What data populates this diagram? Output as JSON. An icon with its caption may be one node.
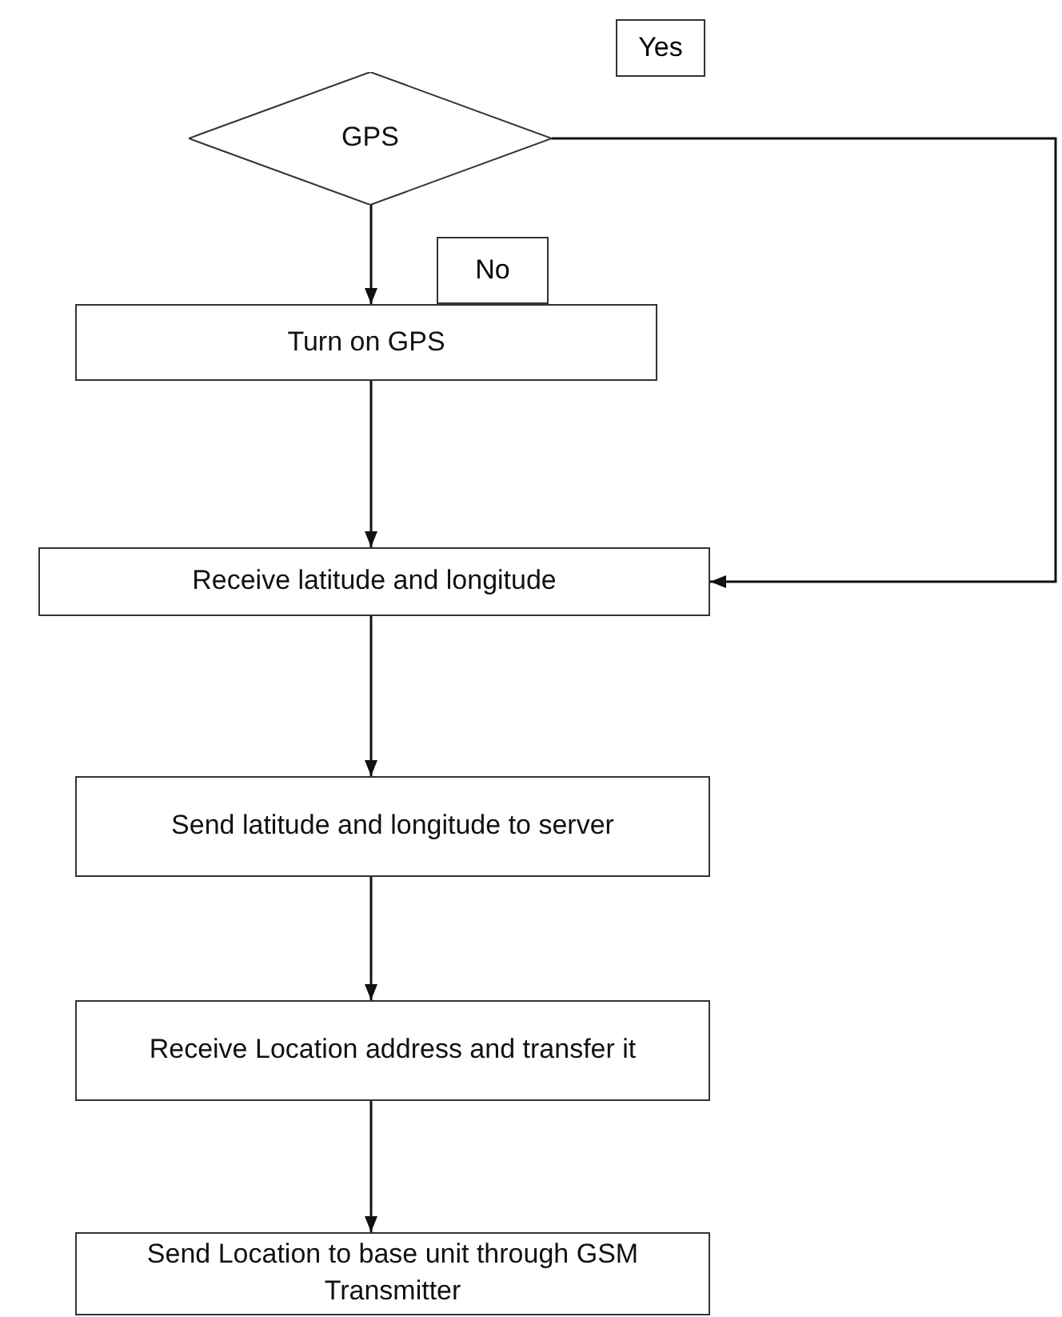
{
  "diagram": {
    "nodes": [
      {
        "text": [
          "GPS"
        ]
      },
      {
        "text": [
          "Turn on GPS"
        ]
      },
      {
        "text": [
          "Receive latitude and longitude"
        ]
      },
      {
        "text": [
          "Send latitude and longitude to server"
        ]
      },
      {
        "text": [
          "Receive Location address and transfer it"
        ]
      },
      {
        "text": [
          "Send Location to base unit through GSM Transmitter"
        ]
      }
    ],
    "edges": [
      {
        "from": 0,
        "to": 1,
        "arrow": "to",
        "label": "No"
      },
      {
        "from": 0,
        "to": 2,
        "arrow": "to",
        "label": "Yes"
      },
      {
        "from": 1,
        "to": 2,
        "arrow": "to"
      },
      {
        "from": 2,
        "to": 3,
        "arrow": "to"
      },
      {
        "from": 3,
        "to": 4,
        "arrow": "to"
      },
      {
        "from": 4,
        "to": 5,
        "arrow": "to"
      }
    ]
  }
}
